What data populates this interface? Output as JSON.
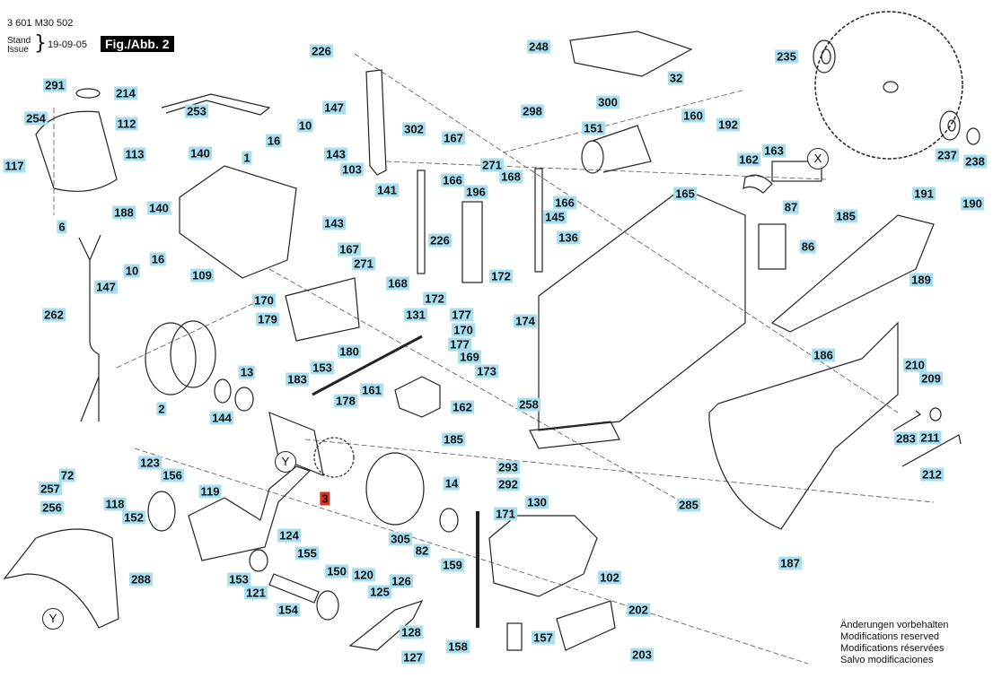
{
  "header": {
    "doc_number": "3 601 M30 502",
    "stand_issue_label_de": "Stand",
    "stand_issue_label_en": "Issue",
    "date": "19-09-05",
    "figure_label": "Fig./Abb. 2"
  },
  "footer_notes": [
    "Änderungen vorbehalten",
    "Modifications reserved",
    "Modifications réservées",
    "Salvo modificaciones"
  ],
  "colors": {
    "label_bg": "#a8dff0",
    "highlight_bg": "#d8321e"
  },
  "reference_markers": [
    "X",
    "Y",
    "Y"
  ],
  "highlighted_part": "3",
  "part_labels": [
    "226",
    "248",
    "235",
    "291",
    "214",
    "254",
    "112",
    "253",
    "147",
    "302",
    "32",
    "300",
    "298",
    "160",
    "192",
    "10",
    "16",
    "167",
    "151",
    "271",
    "168",
    "237",
    "238",
    "117",
    "113",
    "140",
    "1",
    "143",
    "103",
    "162",
    "163",
    "188",
    "141",
    "166",
    "196",
    "165",
    "191",
    "190",
    "87",
    "185",
    "6",
    "140",
    "143",
    "166",
    "145",
    "136",
    "86",
    "16",
    "10",
    "147",
    "109",
    "167",
    "271",
    "168",
    "226",
    "189",
    "172",
    "170",
    "179",
    "262",
    "172",
    "131",
    "177",
    "174",
    "180",
    "177",
    "170",
    "169",
    "183",
    "153",
    "173",
    "13",
    "186",
    "210",
    "209",
    "161",
    "178",
    "144",
    "2",
    "162",
    "258",
    "185",
    "283",
    "211",
    "212",
    "72",
    "123",
    "156",
    "257",
    "118",
    "119",
    "256",
    "152",
    "293",
    "292",
    "14",
    "171",
    "130",
    "285",
    "124",
    "305",
    "82",
    "155",
    "159",
    "288",
    "150",
    "120",
    "153",
    "126",
    "125",
    "102",
    "121",
    "154",
    "202",
    "187",
    "128",
    "158",
    "157",
    "127",
    "203",
    "3"
  ]
}
